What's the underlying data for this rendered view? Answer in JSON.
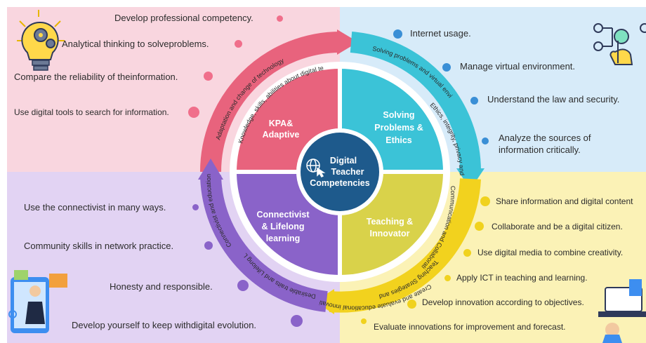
{
  "center": {
    "line1": "Digital",
    "line2": "Teacher",
    "line3": "Competencies",
    "icon": "globe-cursor-icon"
  },
  "segments": {
    "kpa": {
      "line1": "KPA&",
      "line2": "Adaptive",
      "color": "#e8637d"
    },
    "solving": {
      "line1": "Solving",
      "line2": "Problems &",
      "line3": "Ethics",
      "color": "#3bc3d7"
    },
    "teaching": {
      "line1": "Teaching &",
      "line2": "Innovator",
      "color": "#d9d24a"
    },
    "connectivist": {
      "line1": "Connectivist",
      "line2": "& Lifelong",
      "line3": "learning",
      "color": "#8a63c9"
    }
  },
  "ring_labels": {
    "kpa_outer": "Adaptation and change of technology",
    "kpa_inner": "Knowledge, skills, abilities about digital technology",
    "solving_outer": "Solving problems and virtual environment",
    "solving_inner": "Ethics, integrity, privacy and digital security",
    "teaching_1": "Communication and Collaboration",
    "teaching_2": "Teaching Strategies and applying ICT",
    "teaching_3": "Create and evaluate educational innovations",
    "connectivist_1": "Desirable traits and Lifelong Learning",
    "connectivist_2": "Connectivist and educational networks"
  },
  "quadrants": {
    "kpa": {
      "background": "#f9d6df",
      "items": [
        "Develop professional competency.",
        "Analytical thinking to solveproblems.",
        "Compare the reliability of theinformation.",
        "Use digital tools to search for information."
      ]
    },
    "solving": {
      "background": "#d7ebf9",
      "items": [
        "Internet usage.",
        "Manage virtual environment.",
        "Understand the law and security.",
        {
          "line1": "Analyze the sources of",
          "line2": "information critically."
        }
      ]
    },
    "connectivist": {
      "background": "#e2d3f3",
      "items": [
        "Use the connectivist in many ways.",
        "Community skills in  network practice.",
        "Honesty and responsible.",
        "Develop yourself to keep withdigital evolution."
      ]
    },
    "teaching": {
      "background": "#fbf2b6",
      "items": [
        "Share information and digital content",
        "Collaborate and be a digital citizen.",
        "Use digital media to combine creativity.",
        "Apply ICT in teaching and learning.",
        "Develop innovation according to objectives.",
        "Evaluate innovations for improvement and forecast."
      ]
    }
  },
  "icons": [
    "lightbulb-gears-icon",
    "touch-network-icon",
    "teacher-devices-icon",
    "laptop-desk-icon"
  ]
}
